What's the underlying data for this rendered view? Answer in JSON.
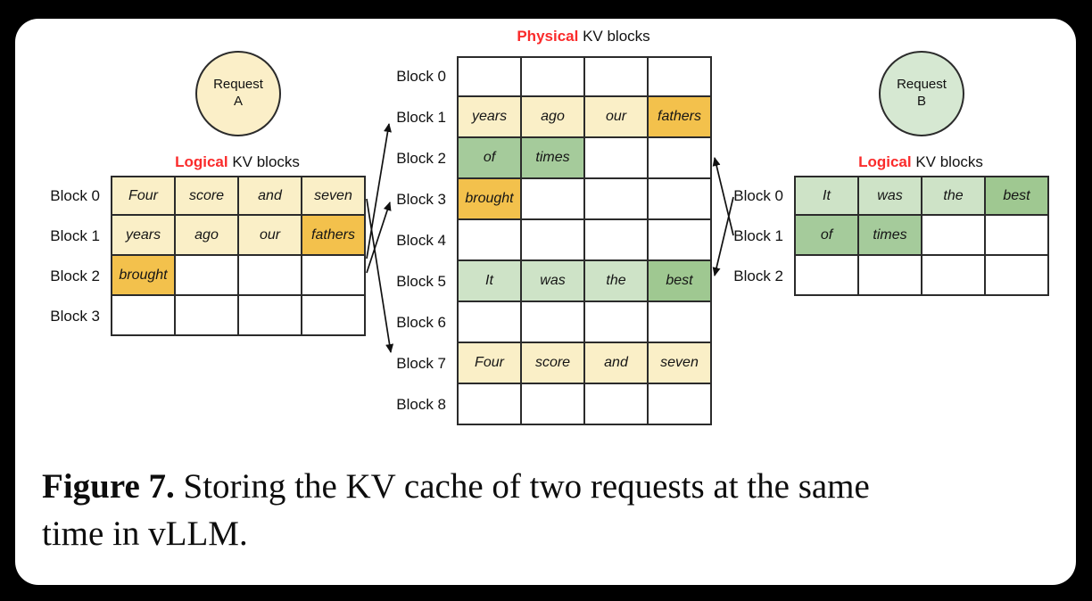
{
  "colors": {
    "cream": "#FAEFC7",
    "orange": "#F3C14C",
    "medgreen": "#A5CB9B",
    "lightgreen": "#CEE3C7",
    "darkgreen": "#9FC891",
    "white": "#FFFFFF",
    "red": "#FA2B2B",
    "circle_a": "#FBEFC8",
    "circle_b": "#D6E8D2",
    "grid_line": "#2b2b2b"
  },
  "titles": {
    "physical": {
      "highlight": "Physical",
      "rest": " KV blocks"
    },
    "logical_a": {
      "highlight": "Logical",
      "rest": " KV blocks"
    },
    "logical_b": {
      "highlight": "Logical",
      "rest": " KV blocks"
    }
  },
  "request_a": {
    "line1": "Request",
    "line2": "A"
  },
  "request_b": {
    "line1": "Request",
    "line2": "B"
  },
  "tables": {
    "logical_a": {
      "rows": [
        {
          "label": "Block 0",
          "cells": [
            {
              "text": "Four",
              "color": "cream"
            },
            {
              "text": "score",
              "color": "cream"
            },
            {
              "text": "and",
              "color": "cream"
            },
            {
              "text": "seven",
              "color": "cream"
            }
          ]
        },
        {
          "label": "Block 1",
          "cells": [
            {
              "text": "years",
              "color": "cream"
            },
            {
              "text": "ago",
              "color": "cream"
            },
            {
              "text": "our",
              "color": "cream"
            },
            {
              "text": "fathers",
              "color": "orange"
            }
          ]
        },
        {
          "label": "Block 2",
          "cells": [
            {
              "text": "brought",
              "color": "orange"
            },
            {
              "text": "",
              "color": "white"
            },
            {
              "text": "",
              "color": "white"
            },
            {
              "text": "",
              "color": "white"
            }
          ]
        },
        {
          "label": "Block 3",
          "cells": [
            {
              "text": "",
              "color": "white"
            },
            {
              "text": "",
              "color": "white"
            },
            {
              "text": "",
              "color": "white"
            },
            {
              "text": "",
              "color": "white"
            }
          ]
        }
      ]
    },
    "physical": {
      "rows": [
        {
          "label": "Block 0",
          "cells": [
            {
              "text": "",
              "color": "white"
            },
            {
              "text": "",
              "color": "white"
            },
            {
              "text": "",
              "color": "white"
            },
            {
              "text": "",
              "color": "white"
            }
          ]
        },
        {
          "label": "Block 1",
          "cells": [
            {
              "text": "years",
              "color": "cream"
            },
            {
              "text": "ago",
              "color": "cream"
            },
            {
              "text": "our",
              "color": "cream"
            },
            {
              "text": "fathers",
              "color": "orange"
            }
          ]
        },
        {
          "label": "Block 2",
          "cells": [
            {
              "text": "of",
              "color": "medgreen"
            },
            {
              "text": "times",
              "color": "medgreen"
            },
            {
              "text": "",
              "color": "white"
            },
            {
              "text": "",
              "color": "white"
            }
          ]
        },
        {
          "label": "Block 3",
          "cells": [
            {
              "text": "brought",
              "color": "orange"
            },
            {
              "text": "",
              "color": "white"
            },
            {
              "text": "",
              "color": "white"
            },
            {
              "text": "",
              "color": "white"
            }
          ]
        },
        {
          "label": "Block 4",
          "cells": [
            {
              "text": "",
              "color": "white"
            },
            {
              "text": "",
              "color": "white"
            },
            {
              "text": "",
              "color": "white"
            },
            {
              "text": "",
              "color": "white"
            }
          ]
        },
        {
          "label": "Block 5",
          "cells": [
            {
              "text": "It",
              "color": "lightgreen"
            },
            {
              "text": "was",
              "color": "lightgreen"
            },
            {
              "text": "the",
              "color": "lightgreen"
            },
            {
              "text": "best",
              "color": "darkgreen"
            }
          ]
        },
        {
          "label": "Block 6",
          "cells": [
            {
              "text": "",
              "color": "white"
            },
            {
              "text": "",
              "color": "white"
            },
            {
              "text": "",
              "color": "white"
            },
            {
              "text": "",
              "color": "white"
            }
          ]
        },
        {
          "label": "Block 7",
          "cells": [
            {
              "text": "Four",
              "color": "cream"
            },
            {
              "text": "score",
              "color": "cream"
            },
            {
              "text": "and",
              "color": "cream"
            },
            {
              "text": "seven",
              "color": "cream"
            }
          ]
        },
        {
          "label": "Block 8",
          "cells": [
            {
              "text": "",
              "color": "white"
            },
            {
              "text": "",
              "color": "white"
            },
            {
              "text": "",
              "color": "white"
            },
            {
              "text": "",
              "color": "white"
            }
          ]
        }
      ]
    },
    "logical_b": {
      "rows": [
        {
          "label": "Block 0",
          "cells": [
            {
              "text": "It",
              "color": "lightgreen"
            },
            {
              "text": "was",
              "color": "lightgreen"
            },
            {
              "text": "the",
              "color": "lightgreen"
            },
            {
              "text": "best",
              "color": "darkgreen"
            }
          ]
        },
        {
          "label": "Block 1",
          "cells": [
            {
              "text": "of",
              "color": "medgreen"
            },
            {
              "text": "times",
              "color": "medgreen"
            },
            {
              "text": "",
              "color": "white"
            },
            {
              "text": "",
              "color": "white"
            }
          ]
        },
        {
          "label": "Block 2",
          "cells": [
            {
              "text": "",
              "color": "white"
            },
            {
              "text": "",
              "color": "white"
            },
            {
              "text": "",
              "color": "white"
            },
            {
              "text": "",
              "color": "white"
            }
          ]
        }
      ]
    }
  },
  "mappings": [
    {
      "from": "Request A logical Block 0",
      "to": "Physical Block 7"
    },
    {
      "from": "Request A logical Block 1",
      "to": "Physical Block 1"
    },
    {
      "from": "Request A logical Block 2",
      "to": "Physical Block 3"
    },
    {
      "from": "Request B logical Block 0",
      "to": "Physical Block 5"
    },
    {
      "from": "Request B logical Block 1",
      "to": "Physical Block 2"
    }
  ],
  "caption": {
    "prefix": "Figure 7.",
    "line1_rest": " Storing the KV cache of two requests at the same",
    "line2": "time in vLLM."
  }
}
